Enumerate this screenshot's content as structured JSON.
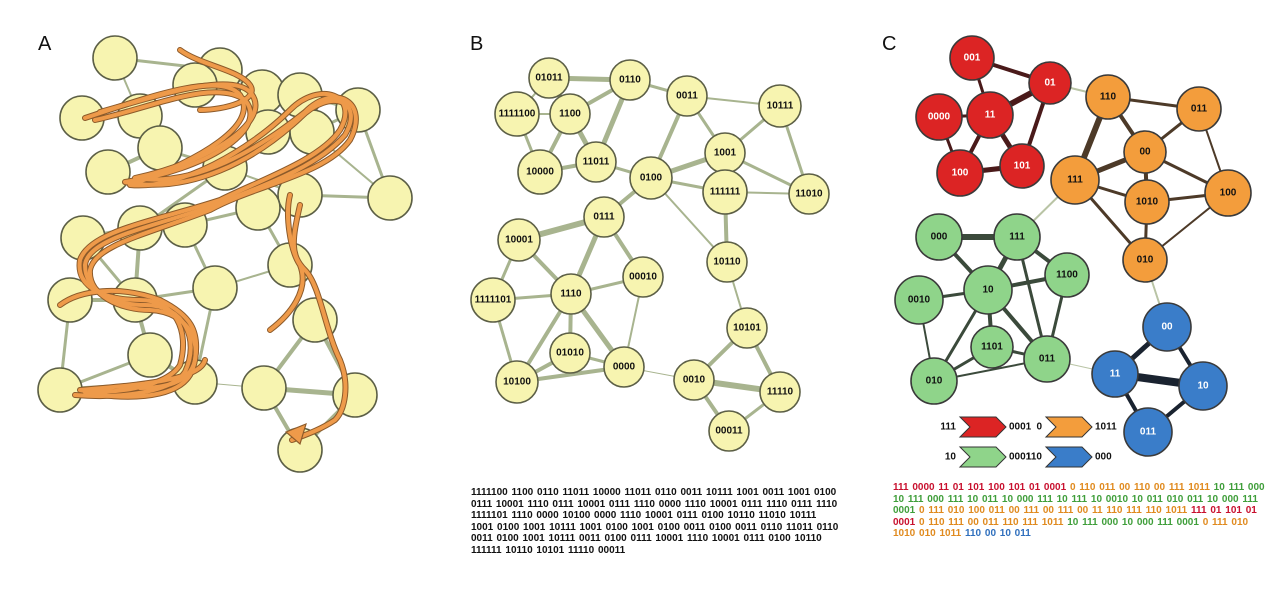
{
  "panels": {
    "a": {
      "label": "A"
    },
    "b": {
      "label": "B"
    },
    "c": {
      "label": "C"
    }
  },
  "colors": {
    "node_fill": "#f7f4b0",
    "node_stroke": "#5c5f46",
    "edge": "#a8b48f",
    "trajectory": "#ee9a4a",
    "red": "#dc2424",
    "orange": "#f39d3c",
    "green": "#8fd48a",
    "blue": "#3a7dc9"
  },
  "panel_b_nodes": [
    "01011",
    "0110",
    "0011",
    "10111",
    "1111100",
    "1100",
    "1001",
    "10000",
    "11011",
    "0100",
    "11010",
    "111111",
    "10001",
    "0111",
    "10110",
    "00010",
    "1111101",
    "1110",
    "10101",
    "01010",
    "0000",
    "10100",
    "0010",
    "11110",
    "00011"
  ],
  "panel_c_nodes": [
    "001",
    "01",
    "0000",
    "11",
    "100",
    "101",
    "110",
    "011",
    "00",
    "111",
    "1010",
    "100",
    "010",
    "000",
    "111",
    "1100",
    "0010",
    "10",
    "1101",
    "011",
    "010",
    "00",
    "11",
    "10",
    "011"
  ],
  "legend": [
    {
      "prefix": "111",
      "suffix": "0001",
      "color": "red"
    },
    {
      "prefix": "0",
      "suffix": "1011",
      "color": "orange"
    },
    {
      "prefix": "10",
      "suffix": "0001",
      "color": "green"
    },
    {
      "prefix": "110",
      "suffix": "000",
      "color": "blue"
    }
  ],
  "sequence_b": "1111100 1100 0110 11011 10000 11011 0110 0011 10111 1001 0011 1001 0100 0111 10001 1110 0111 10001 0111 1110 0000 1110 10001 0111 1110 0111 1110 1111101 1110 0000 10100 0000 1110 10001 0111 0100 10110 11010 10111 1001 0100 1001 10111 1001 0100 1001 0100 0011 0100 0011 0110 11011 0110 0011 0100 1001 10111 0011 0100 0111 10001 1110 10001 0111 0100 10110 111111 10110 10101 11110 00011",
  "sequence_c": [
    {
      "t": "111 0000 11 01 101 100 101 01 0001",
      "c": "red"
    },
    {
      "t": "0 110 011 00 110 00 111 1011",
      "c": "orange"
    },
    {
      "t": "10 111 000 10 111 000 111 10 011 10 000 111 10 111 10 0010 10 011 010 011 10 000 111 0001",
      "c": "green"
    },
    {
      "t": "0 111 010 100 011 00 111 00 111 00 11 110 111 110 1011",
      "c": "orange"
    },
    {
      "t": "111 01 101 01 0001",
      "c": "red"
    },
    {
      "t": "0 110 111 00 011 110 111 1011",
      "c": "orange"
    },
    {
      "t": "10 111 000 10 000 111 0001",
      "c": "green"
    },
    {
      "t": "0 111 010 1010 010 1011",
      "c": "orange"
    },
    {
      "t": "110 00 10 011",
      "c": "blue"
    }
  ]
}
